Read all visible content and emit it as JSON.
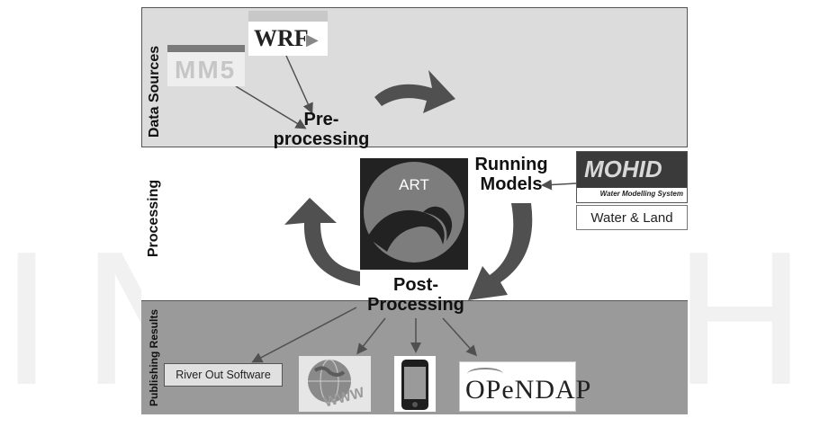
{
  "bands": {
    "sources_label": "Data Sources",
    "processing_label": "Processing",
    "publishing_label": "Publishing Results"
  },
  "nodes": {
    "mm5": "MM5",
    "wrf": "WRF",
    "preprocessing_line1": "Pre-",
    "preprocessing_line2": "processing",
    "art": "ART",
    "running_line1": "Running",
    "running_line2": "Models",
    "mohid": "MOHID",
    "mohid_tagline": "Water Modelling System",
    "water_land": "Water & Land",
    "post_line1": "Post-",
    "post_line2": "Processing",
    "river_out": "River Out Software",
    "www": "WWW",
    "opendap": "OPeNDAP"
  },
  "colors": {
    "arrow_dark": "#505050",
    "band_top": "#dcdcdc",
    "band_bottom": "#9a9a9a",
    "art_bg": "#222222"
  }
}
